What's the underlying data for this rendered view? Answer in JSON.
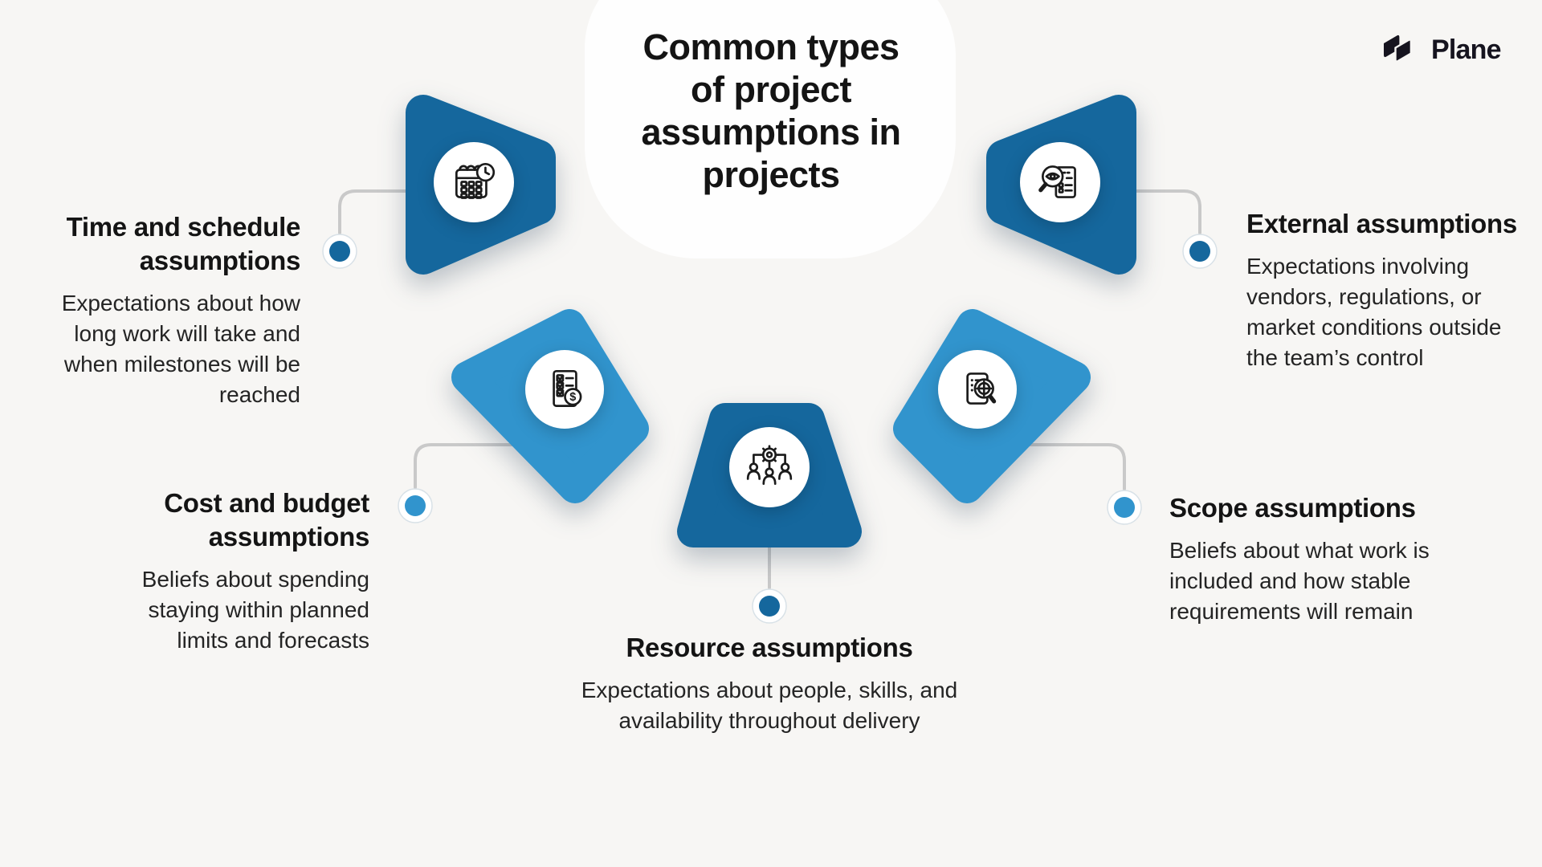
{
  "header": {
    "title": "Common types of project assumptions in projects",
    "brand": "Plane"
  },
  "colors": {
    "dark_blue": "#15679d",
    "light_blue": "#3194cd",
    "connector": "#c9c9c9",
    "dot_ring_border": "#d8e1e7",
    "icon_stroke": "#1b1b1b",
    "background": "#f7f6f4",
    "blob": "#fefefe"
  },
  "items": [
    {
      "id": "time",
      "title": "Time and schedule assumptions",
      "description": "Expectations about how long work will take and when milestones will be reached",
      "color": "#15679d",
      "icon": "calendar-clock-icon"
    },
    {
      "id": "cost",
      "title": "Cost and budget assumptions",
      "description": "Beliefs about spending staying within planned limits and forecasts",
      "color": "#3194cd",
      "icon": "checklist-dollar-icon"
    },
    {
      "id": "resource",
      "title": "Resource assumptions",
      "description": "Expectations about people, skills, and availability throughout delivery",
      "color": "#15679d",
      "icon": "team-gear-icon"
    },
    {
      "id": "scope",
      "title": "Scope assumptions",
      "description": "Beliefs about what work is included and how stable requirements will remain",
      "color": "#3194cd",
      "icon": "document-magnifier-icon"
    },
    {
      "id": "external",
      "title": "External assumptions",
      "description": "Expectations involving vendors, regulations, or market conditions outside the team’s control",
      "color": "#15679d",
      "icon": "magnifier-eye-document-icon"
    }
  ]
}
